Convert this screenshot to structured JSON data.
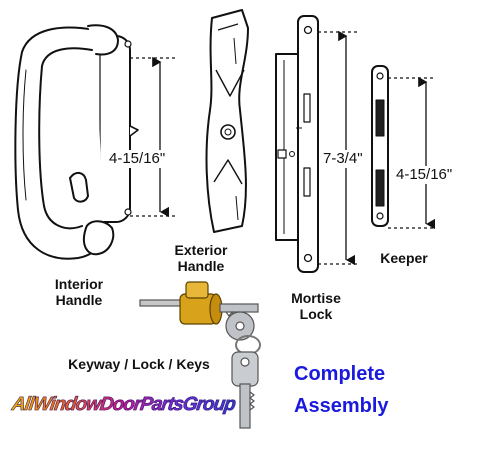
{
  "labels": {
    "interior_handle": [
      "Interior",
      "Handle"
    ],
    "exterior_handle": [
      "Exterior",
      "Handle"
    ],
    "mortise_lock": [
      "Mortise",
      "Lock"
    ],
    "keeper": "Keeper",
    "keyway": "Keyway / Lock / Keys"
  },
  "dimensions": {
    "interior": "4-15/16\"",
    "mortise": "7-3/4\"",
    "keeper": "4-15/16\""
  },
  "assembly": [
    "Complete",
    "Assembly"
  ],
  "brand": "AllWindowDoorPartsGroup",
  "colors": {
    "line": "#111111",
    "assembly_text": "#1a1adf",
    "brass": "#d9a21b",
    "steel": "#bfc3c8"
  }
}
